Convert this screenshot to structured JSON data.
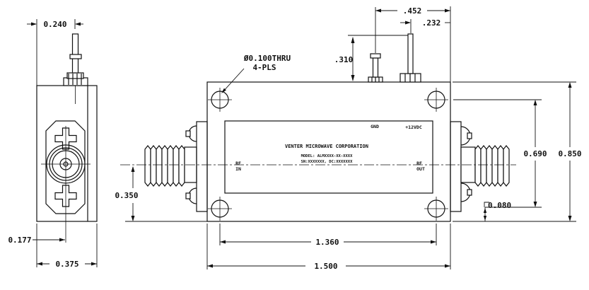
{
  "drawing": {
    "background": "#ffffff",
    "line_color": "#111111",
    "annotations": {
      "holes_note_line1": "Ø0.100THRU",
      "holes_note_line2": "4-PLS"
    },
    "side_view": {
      "dim_pin_offset": "0.240",
      "dim_center_offset": "0.177",
      "dim_width": "0.375"
    },
    "front_view": {
      "dim_pin_height": ".310",
      "dim_pin_span": ".452",
      "dim_pin_edge": ".232",
      "dim_connector_height": "0.350",
      "dim_hole_height": "0.690",
      "dim_height": "0.850",
      "dim_base_lip": "0.080",
      "dim_hole_spacing": "1.360",
      "dim_length": "1.500",
      "label": {
        "gnd": "GND",
        "power": "+12VDC",
        "company": "VENTER MICROWAVE CORPORATION",
        "model": "MODEL: ALMXXXX-XX-XXXX",
        "serial": "SN:XXXXXXX, DC:XXXXXXX",
        "rf_in_line1": "RF",
        "rf_in_line2": "IN",
        "rf_out_line1": "RF",
        "rf_out_line2": "OUT"
      }
    }
  }
}
